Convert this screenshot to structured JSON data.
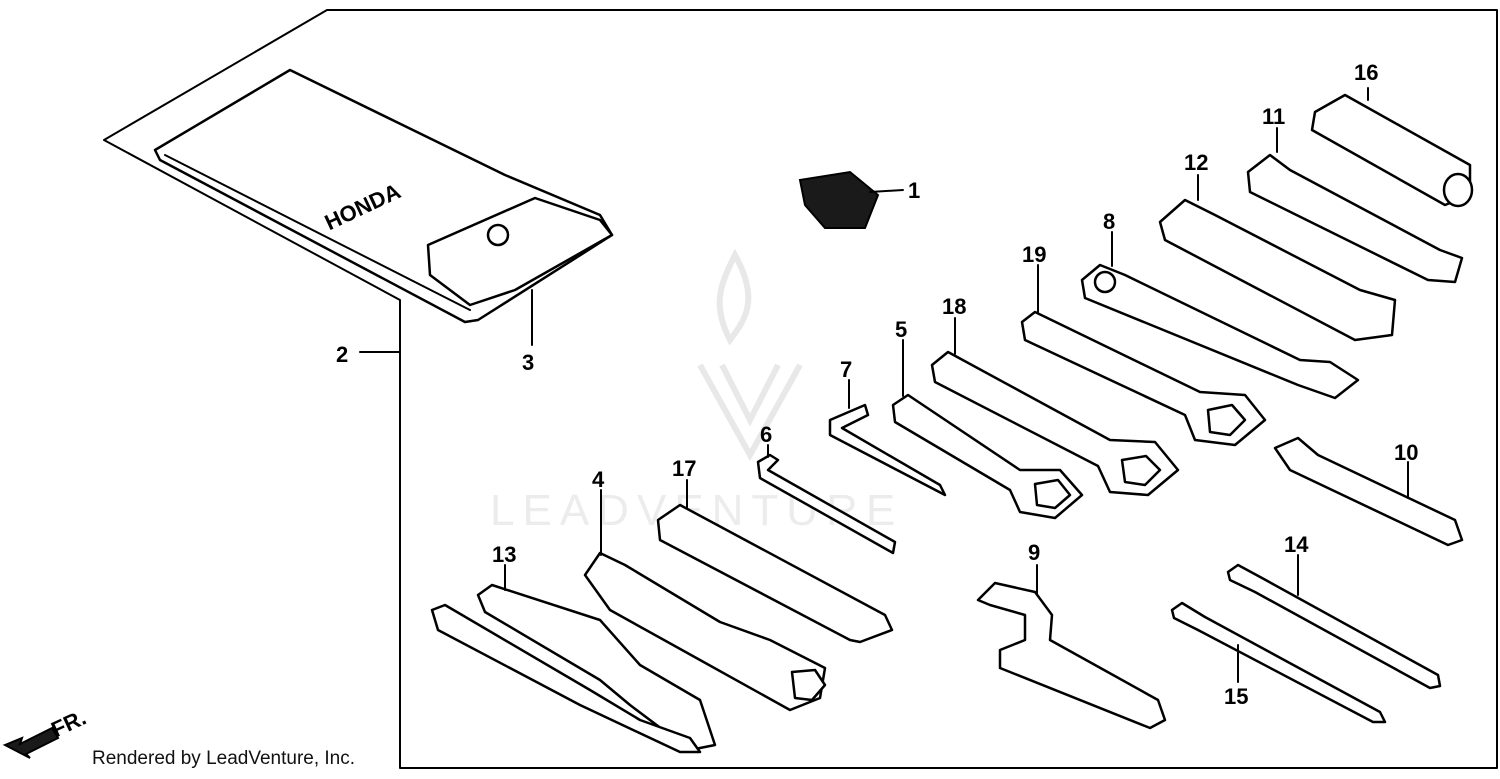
{
  "callouts": [
    "1",
    "2",
    "3",
    "4",
    "5",
    "6",
    "7",
    "8",
    "9",
    "10",
    "11",
    "12",
    "13",
    "14",
    "15",
    "16",
    "17",
    "18",
    "19"
  ],
  "pouch_brand": "HONDA",
  "direction_label": "FR.",
  "watermark_text": "LEADVENTURE",
  "credit": "Rendered by LeadVenture, Inc."
}
